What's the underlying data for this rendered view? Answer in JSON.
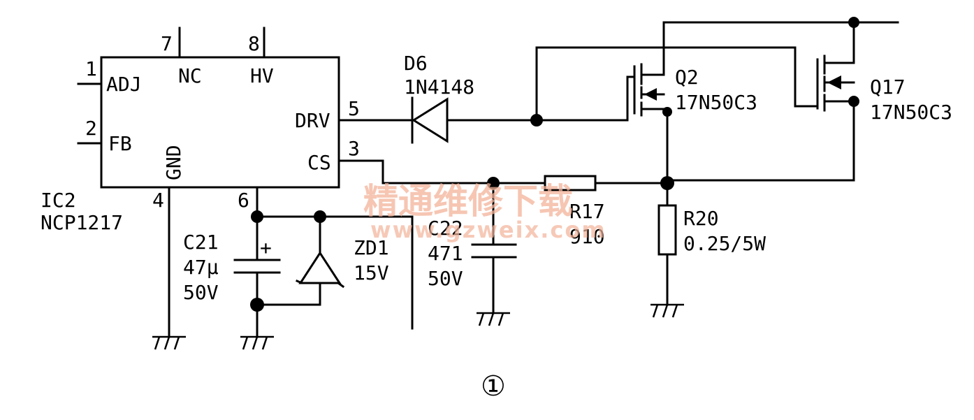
{
  "ic": {
    "ref": "IC2",
    "part": "NCP1217",
    "pins": {
      "adj": {
        "num": "1",
        "name": "ADJ"
      },
      "fb": {
        "num": "2",
        "name": "FB"
      },
      "gnd": {
        "num": "4",
        "name": "GND"
      },
      "vcc": {
        "num": "6"
      },
      "nc": {
        "num": "7",
        "name": "NC"
      },
      "hv": {
        "num": "8",
        "name": "HV"
      },
      "drv": {
        "num": "5",
        "name": "DRV"
      },
      "cs": {
        "num": "3",
        "name": "CS"
      }
    }
  },
  "components": {
    "d6": {
      "ref": "D6",
      "value": "1N4148"
    },
    "q2": {
      "ref": "Q2",
      "value": "17N50C3"
    },
    "q17": {
      "ref": "Q17",
      "value": "17N50C3"
    },
    "c21": {
      "ref": "C21",
      "value": "47μ",
      "rating": "50V",
      "polarity": "+"
    },
    "zd1": {
      "ref": "ZD1",
      "value": "15V"
    },
    "c22": {
      "ref": "C22",
      "value": "471",
      "rating": "50V"
    },
    "r17": {
      "ref": "R17",
      "value": "910"
    },
    "r20": {
      "ref": "R20",
      "value": "0.25/5W"
    }
  },
  "watermark": {
    "text": "精通维修下载",
    "url": "www.gzweix.com"
  },
  "figure_label": "①"
}
